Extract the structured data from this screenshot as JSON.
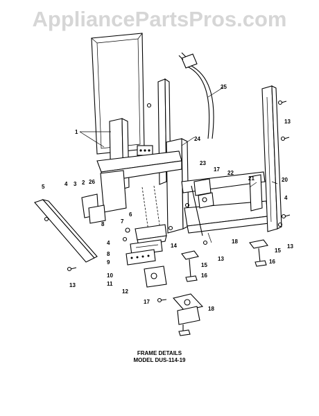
{
  "watermark": "AppliancePartsPros.com",
  "caption": {
    "line1": "FRAME DETAILS",
    "line2": "MODEL DUS-114-19"
  },
  "callouts": {
    "c1": "1",
    "c2": "2",
    "c3": "3",
    "c4a": "4",
    "c4b": "4",
    "c4c": "4",
    "c5": "5",
    "c6": "6",
    "c7": "7",
    "c8a": "8",
    "c8b": "8",
    "c9": "9",
    "c10": "10",
    "c11": "11",
    "c12": "12",
    "c13a": "13",
    "c13b": "13",
    "c13c": "13",
    "c13d": "13",
    "c14": "14",
    "c15a": "15",
    "c15b": "15",
    "c16a": "16",
    "c16b": "16",
    "c17a": "17",
    "c17b": "17",
    "c18a": "18",
    "c18b": "18",
    "c20": "20",
    "c21": "21",
    "c22": "22",
    "c23": "23",
    "c24": "24",
    "c25": "25",
    "c26": "26"
  }
}
